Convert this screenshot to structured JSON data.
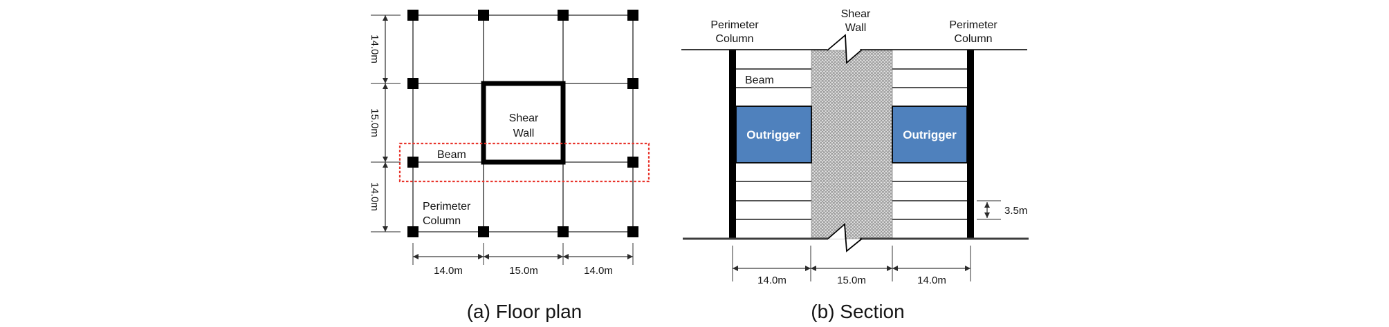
{
  "figure": {
    "plan": {
      "caption": "(a) Floor plan",
      "v_dims": [
        "14.0m",
        "15.0m",
        "14.0m"
      ],
      "h_dims": [
        "14.0m",
        "15.0m",
        "14.0m"
      ],
      "labels": {
        "shear1": "Shear",
        "shear2": "Wall",
        "beam": "Beam",
        "perimeter1": "Perimeter",
        "perimeter2": "Column"
      }
    },
    "section": {
      "caption": "(b) Section",
      "h_dims": [
        "14.0m",
        "15.0m",
        "14.0m"
      ],
      "story_dim": "3.5m",
      "labels": {
        "perimeter1": "Perimeter",
        "perimeter2": "Column",
        "shear1": "Shear",
        "shear2": "Wall",
        "beam": "Beam",
        "outrigger": "Outrigger"
      }
    }
  },
  "colors": {
    "outrigger_blue": "#4f81bd",
    "highlight_red": "#e8332a"
  }
}
